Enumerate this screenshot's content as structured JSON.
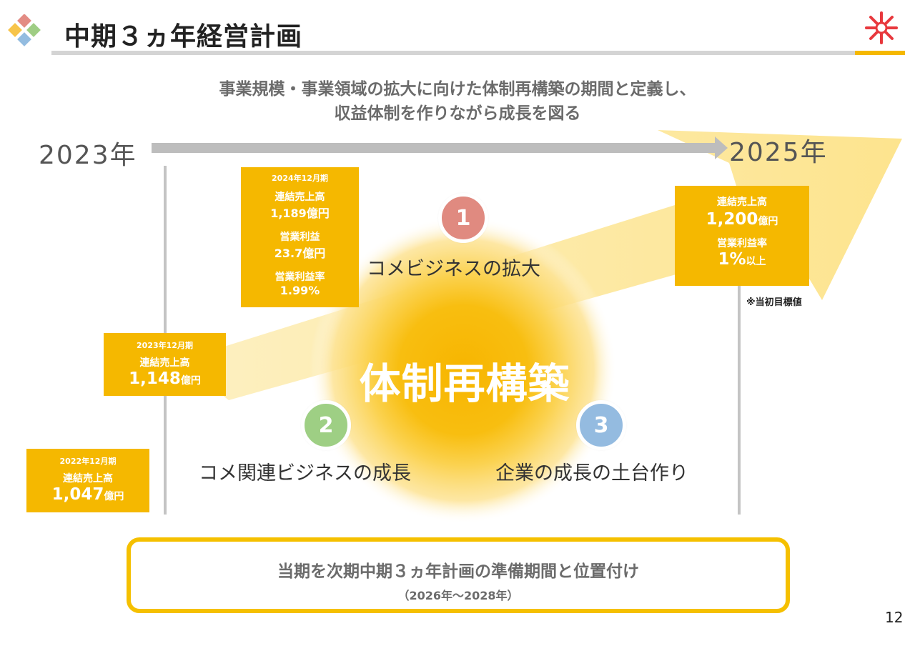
{
  "header": {
    "title": "中期３ヵ年経営計画"
  },
  "subtitle": {
    "line1": "事業規模・事業領域の拡大に向けた体制再構築の期間と定義し、",
    "line2": "収益体制を作りながら成長を図る"
  },
  "timeline": {
    "start_year": "2023年",
    "end_year": "2025年"
  },
  "results": {
    "fy2022": {
      "period": "2022年12月期",
      "sales_label": "連結売上高",
      "sales_value": "1,047",
      "unit": "億円"
    },
    "fy2023": {
      "period": "2023年12月期",
      "sales_label": "連結売上高",
      "sales_value": "1,148",
      "unit": "億円"
    },
    "fy2024": {
      "period": "2024年12月期",
      "sales_label": "連結売上高",
      "sales_value": "1,189億円",
      "op_label": "営業利益",
      "op_value": "23.7億円",
      "margin_label": "営業利益率",
      "margin_value": "1.99%"
    },
    "target": {
      "sales_label": "連結売上高",
      "sales_value": "1,200",
      "sales_unit": "億円",
      "margin_label": "営業利益率",
      "margin_value": "1%",
      "margin_unit": "以上",
      "note": "※当初目標値"
    }
  },
  "core": {
    "label": "体制再構築",
    "pillars": [
      {
        "number": "1",
        "label": "コメビジネスの拡大",
        "color": "#e08a80"
      },
      {
        "number": "2",
        "label": "コメ関連ビジネスの成長",
        "color": "#9ecf84"
      },
      {
        "number": "3",
        "label": "企業の成長の土台作り",
        "color": "#94bbe0"
      }
    ]
  },
  "bottom": {
    "main": "当期を次期中期３ヵ年計画の準備期間と位置付け",
    "sub": "（2026年～2028年）"
  },
  "page_number": "12",
  "colors": {
    "accent": "#f5b800",
    "text": "#333333",
    "muted_text": "#6b6b6b"
  }
}
